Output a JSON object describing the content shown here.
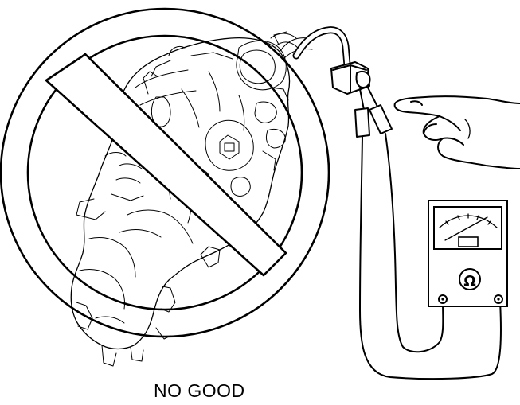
{
  "figure": {
    "caption": "NO GOOD",
    "meter_symbol": "Ω",
    "icons": [
      "prohibition-sign",
      "engine-component",
      "ohmmeter",
      "hand-pointer",
      "test-probe",
      "connector"
    ]
  }
}
